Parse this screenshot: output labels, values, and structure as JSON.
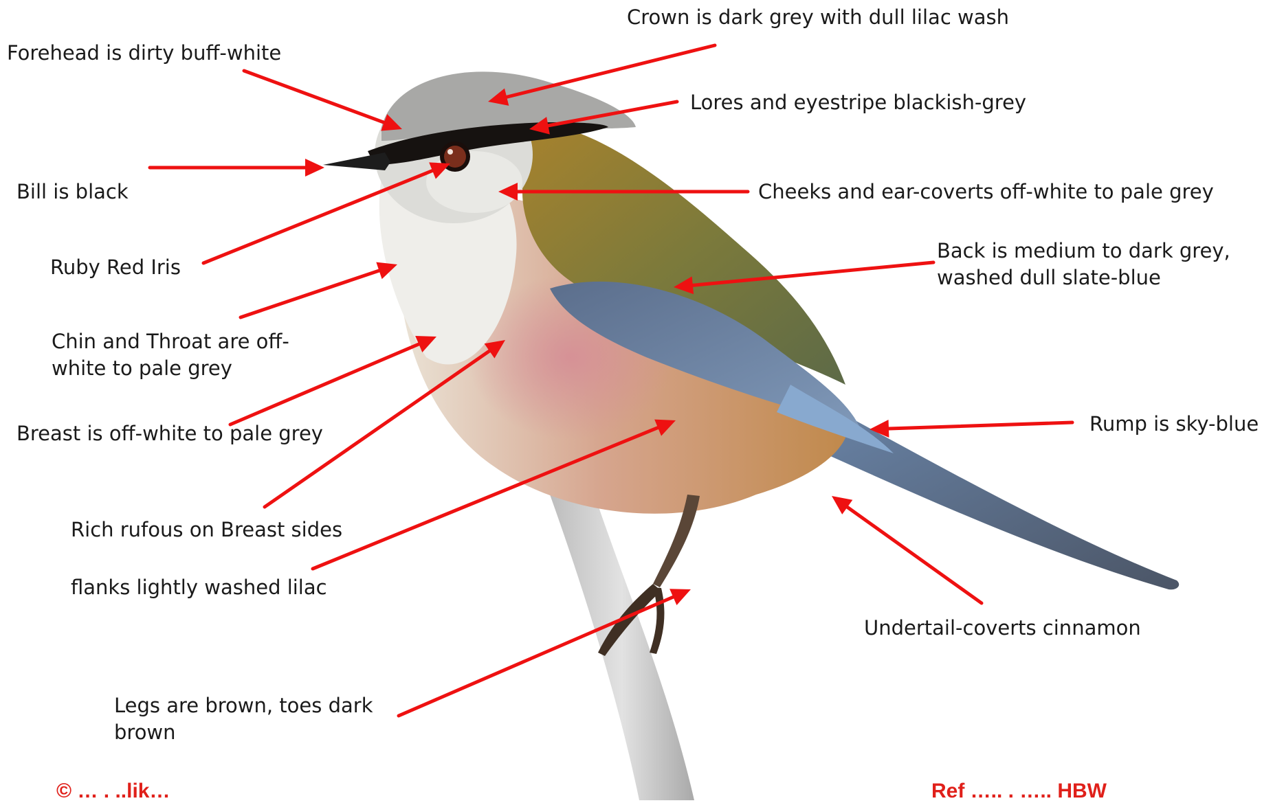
{
  "colors": {
    "arrow": "#ee1111",
    "label_text": "#1a1a1a",
    "footer_text": "#e0201a",
    "crown": "#a9a9a9",
    "eyestripe": "#15100e",
    "iris": "#7a2e1c",
    "back_olive": "#8a7a3a",
    "wing_blue": "#6f86a6",
    "rump_blue": "#7d9dc0",
    "breast_lilac": "#d29a9a",
    "flank_rufous": "#c49454",
    "throat_white": "#eeeeea",
    "legs": "#5a4637",
    "branch": "#cfcfcf"
  },
  "labels": {
    "crown": "Crown is dark grey with dull lilac wash",
    "forehead": "Forehead is dirty buff-white",
    "lores": "Lores and eyestripe blackish-grey",
    "bill": "Bill is black",
    "cheeks": "Cheeks and ear-coverts off-white to pale grey",
    "back": "Back is medium to dark grey, washed dull slate-blue",
    "iris": "Ruby Red Iris",
    "chin": "Chin and Throat are off-white to pale grey",
    "breast": "Breast is off-white to pale grey",
    "rump": "Rump is sky-blue",
    "rufous": "Rich rufous  on Breast sides",
    "flanks": "flanks  lightly washed lilac",
    "undertail": "Undertail-coverts cinnamon",
    "legs": "Legs are brown, toes dark brown"
  },
  "footer": {
    "left": "© … . ..lik…",
    "right": "Ref ….. . ….. HBW"
  }
}
